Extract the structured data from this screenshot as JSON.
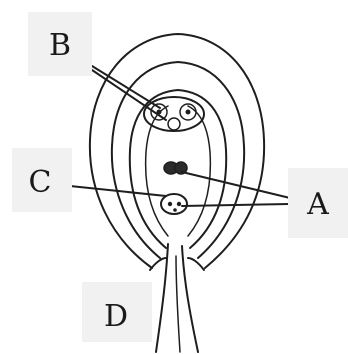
{
  "labels": {
    "b": "B",
    "c": "C",
    "a": "A",
    "d": "D"
  }
}
